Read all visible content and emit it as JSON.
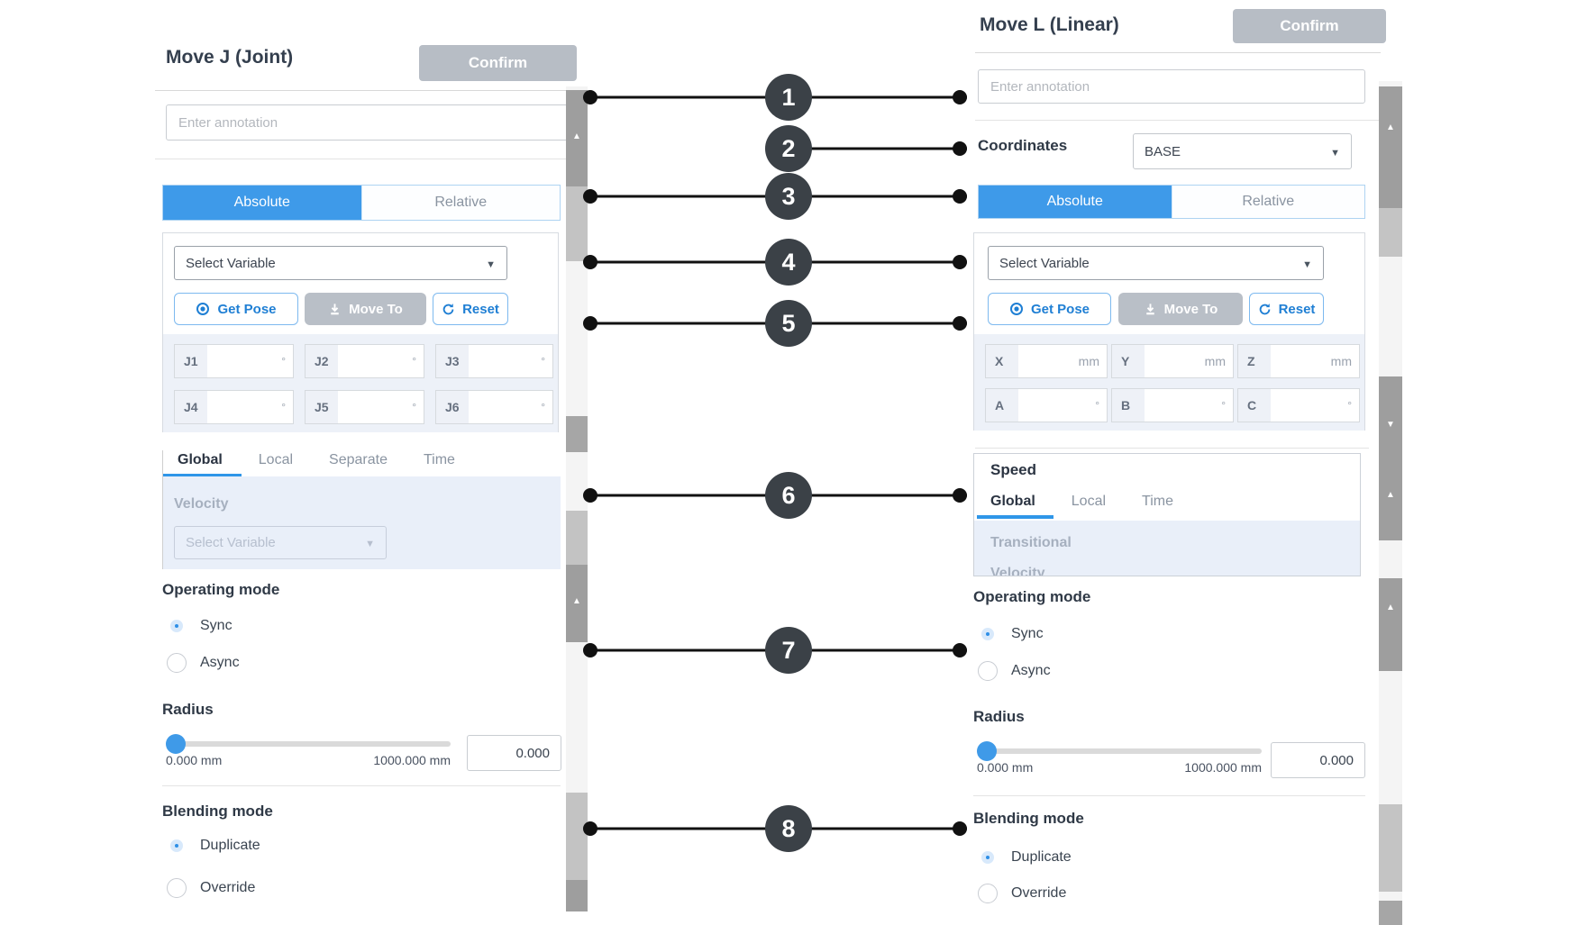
{
  "colors": {
    "accent_blue": "#3e9ae9",
    "button_gray": "#b7bdc5",
    "callout_dark": "#3b4147",
    "light_blue_bg": "#edf1f8"
  },
  "callouts": [
    "1",
    "2",
    "3",
    "4",
    "5",
    "6",
    "7",
    "8"
  ],
  "left_panel": {
    "title": "Move J (Joint)",
    "confirm_label": "Confirm",
    "annotation_placeholder": "Enter annotation",
    "tab_absolute": "Absolute",
    "tab_relative": "Relative",
    "select_variable_placeholder": "Select Variable",
    "get_pose_label": "Get Pose",
    "move_to_label": "Move To",
    "reset_label": "Reset",
    "joints": [
      {
        "label": "J1",
        "unit": "°"
      },
      {
        "label": "J2",
        "unit": "°"
      },
      {
        "label": "J3",
        "unit": "°"
      },
      {
        "label": "J4",
        "unit": "°"
      },
      {
        "label": "J5",
        "unit": "°"
      },
      {
        "label": "J6",
        "unit": "°"
      }
    ],
    "speed_tabs": [
      "Global",
      "Local",
      "Separate",
      "Time"
    ],
    "speed_active_tab": "Global",
    "velocity_label": "Velocity",
    "velocity_placeholder": "Select Variable",
    "operating_mode_label": "Operating mode",
    "sync_label": "Sync",
    "async_label": "Async",
    "operating_selected": "Sync",
    "radius_label": "Radius",
    "radius_min": "0.000 mm",
    "radius_max": "1000.000 mm",
    "radius_value": "0.000",
    "blending_mode_label": "Blending mode",
    "duplicate_label": "Duplicate",
    "override_label": "Override",
    "blending_selected": "Duplicate"
  },
  "right_panel": {
    "title": "Move L (Linear)",
    "confirm_label": "Confirm",
    "annotation_placeholder": "Enter annotation",
    "coordinates_label": "Coordinates",
    "coordinates_value": "BASE",
    "tab_absolute": "Absolute",
    "tab_relative": "Relative",
    "select_variable_placeholder": "Select Variable",
    "get_pose_label": "Get Pose",
    "move_to_label": "Move To",
    "reset_label": "Reset",
    "axes": [
      {
        "label": "X",
        "unit": "mm"
      },
      {
        "label": "Y",
        "unit": "mm"
      },
      {
        "label": "Z",
        "unit": "mm"
      },
      {
        "label": "A",
        "unit": "°"
      },
      {
        "label": "B",
        "unit": "°"
      },
      {
        "label": "C",
        "unit": "°"
      }
    ],
    "speed_label": "Speed",
    "speed_tabs": [
      "Global",
      "Local",
      "Time"
    ],
    "speed_active_tab": "Global",
    "transitional_label": "Transitional",
    "clipped_velocity_label": "Velocity",
    "operating_mode_label": "Operating mode",
    "sync_label": "Sync",
    "async_label": "Async",
    "operating_selected": "Sync",
    "radius_label": "Radius",
    "radius_min": "0.000 mm",
    "radius_max": "1000.000 mm",
    "radius_value": "0.000",
    "blending_mode_label": "Blending mode",
    "duplicate_label": "Duplicate",
    "override_label": "Override",
    "blending_selected": "Duplicate"
  }
}
